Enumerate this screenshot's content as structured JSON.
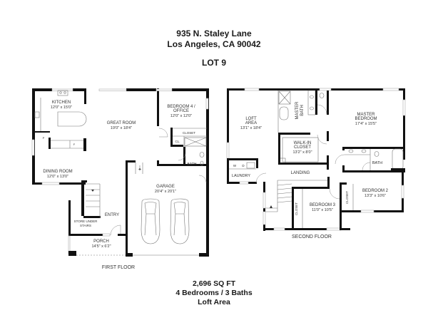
{
  "header": {
    "address_line1": "935 N. Staley Lane",
    "address_line2": "Los Angeles, CA 90042",
    "lot": "LOT 9"
  },
  "first_floor": {
    "label": "FIRST FLOOR",
    "rooms": [
      {
        "name": "KITCHEN",
        "dims": "12'0\" x 15'0\""
      },
      {
        "name": "GREAT ROOM",
        "dims": "19'0\" x 18'4\""
      },
      {
        "name_line1": "BEDROOM 4 /",
        "name_line2": "OFFICE",
        "dims": "12'0\" x 12'0\""
      },
      {
        "name": "CLOSET"
      },
      {
        "name": "CL."
      },
      {
        "name": "BATH"
      },
      {
        "name": "DINING ROOM",
        "dims": "12'0\" x 13'0\""
      },
      {
        "name": "GARAGE",
        "dims": "20'4\" x 20'1\""
      },
      {
        "name": "ENTRY"
      },
      {
        "name_line1": "STORE UNDER",
        "name_line2": "STAIRS"
      },
      {
        "name": "PORCH",
        "dims": "14'5\" x 6'2\""
      },
      {
        "name": "P"
      },
      {
        "name": "F"
      }
    ]
  },
  "second_floor": {
    "label": "SECOND FLOOR",
    "rooms": [
      {
        "name_line1": "LOFT",
        "name_line2": "AREA",
        "dims": "13'1\" x 18'4\""
      },
      {
        "name_line1": "MASTER",
        "name_line2": "BATH"
      },
      {
        "name_line1": "MASTER",
        "name_line2": "BEDROOM",
        "dims": "17'4\" x 15'5\""
      },
      {
        "name_line1": "WALK-IN",
        "name_line2": "CLOSET",
        "dims": "13'2\" x 8'0\""
      },
      {
        "name": "LAUNDRY",
        "appliances": [
          "W",
          "D"
        ]
      },
      {
        "name": "LANDING"
      },
      {
        "name": "BATH"
      },
      {
        "name": "BEDROOM 3",
        "dims": "11'0\" x 10'5\""
      },
      {
        "name": "CLOSET"
      },
      {
        "name": "BEDROOM 2",
        "dims": "13'3\" x 10'6\""
      },
      {
        "name": "CLOSET"
      }
    ]
  },
  "summary": {
    "sqft": "2,696 SQ FT",
    "beds_baths": "4 Bedrooms / 3 Baths",
    "extra": "Loft Area"
  }
}
